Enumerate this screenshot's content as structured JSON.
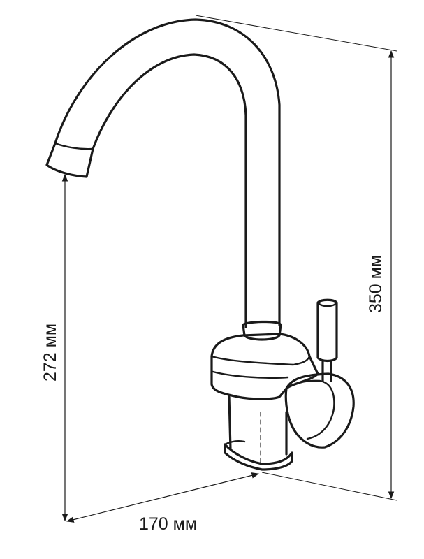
{
  "dimensions": {
    "height_total": "350 мм",
    "height_spout": "272 мм",
    "reach": "170 мм"
  },
  "colors": {
    "line": "#1a1a1a",
    "background": "#ffffff"
  }
}
